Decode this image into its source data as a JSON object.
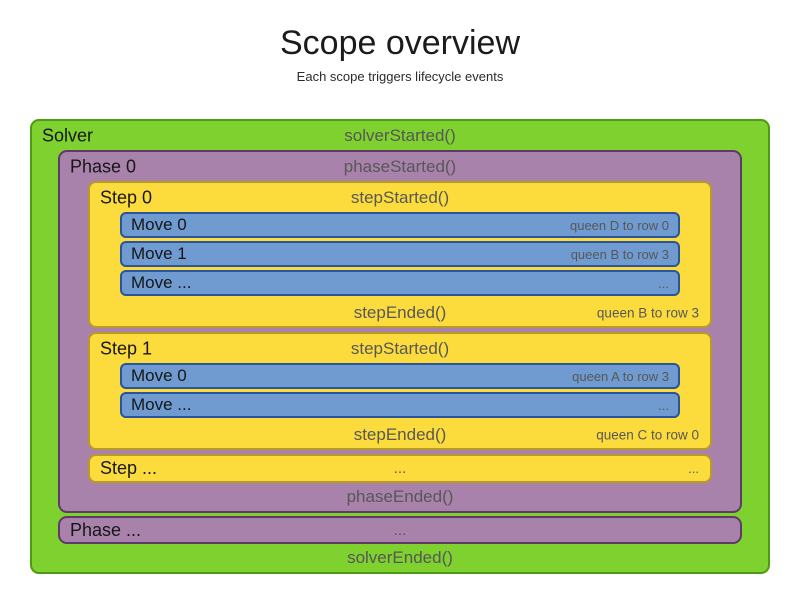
{
  "page": {
    "title": "Scope overview",
    "subtitle": "Each scope triggers lifecycle events"
  },
  "colors": {
    "solver_fill": "#7ed12f",
    "solver_border": "#4c9b12",
    "phase_fill": "#a982ac",
    "phase_border": "#5e3a68",
    "step_fill": "#fcdc3d",
    "step_border": "#b99a26",
    "move_fill": "#6f9bd1",
    "move_border": "#2a549c",
    "event_text": "#575757",
    "label_text": "#161616"
  },
  "solver": {
    "label": "Solver",
    "started_event": "solverStarted()",
    "ended_event": "solverEnded()",
    "phases": [
      {
        "label": "Phase 0",
        "started_event": "phaseStarted()",
        "ended_event": "phaseEnded()",
        "steps": [
          {
            "label": "Step 0",
            "started_event": "stepStarted()",
            "ended_event": "stepEnded()",
            "ended_detail": "queen B to row 3",
            "moves": [
              {
                "label": "Move 0",
                "detail": "queen D to row 0"
              },
              {
                "label": "Move 1",
                "detail": "queen B to row 3"
              },
              {
                "label": "Move ...",
                "detail": "..."
              }
            ]
          },
          {
            "label": "Step 1",
            "started_event": "stepStarted()",
            "ended_event": "stepEnded()",
            "ended_detail": "queen C to row 0",
            "moves": [
              {
                "label": "Move 0",
                "detail": "queen A to row 3"
              },
              {
                "label": "Move ...",
                "detail": "..."
              }
            ]
          }
        ],
        "more_steps": {
          "label": "Step ...",
          "center_ellipsis": "...",
          "right_ellipsis": "..."
        }
      }
    ],
    "more_phases": {
      "label": "Phase ...",
      "center_ellipsis": "..."
    }
  }
}
